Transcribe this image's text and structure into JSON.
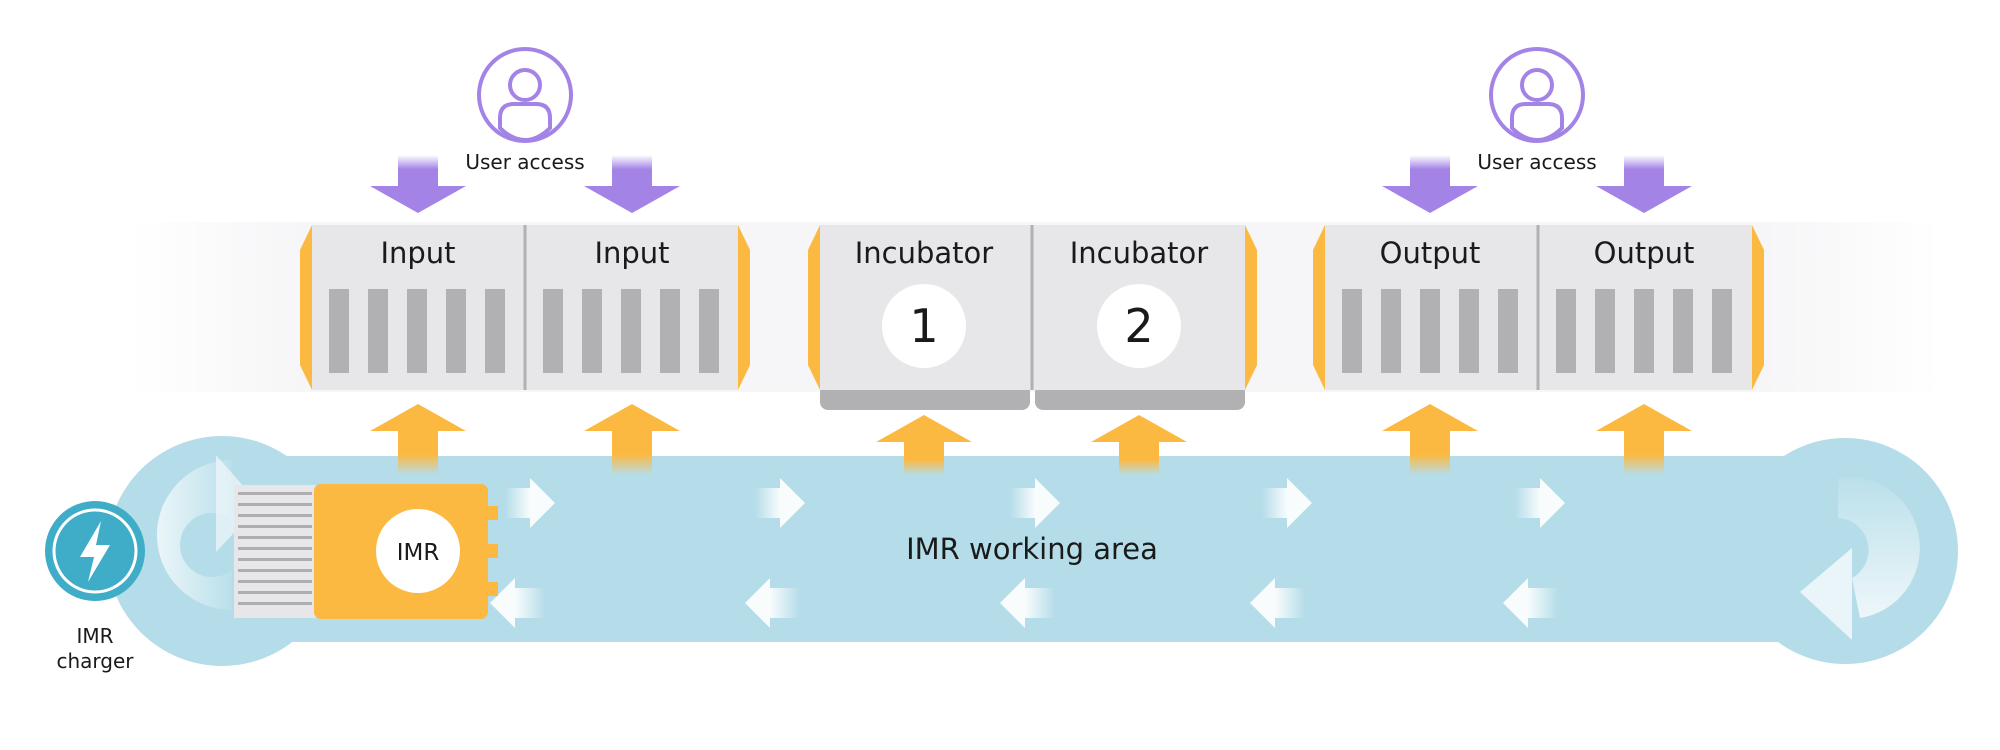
{
  "user_access": [
    {
      "label": "User access",
      "icon": "user-icon"
    },
    {
      "label": "User access",
      "icon": "user-icon"
    }
  ],
  "modules": {
    "input": [
      "Input",
      "Input"
    ],
    "incubator": [
      {
        "label": "Incubator",
        "number": "1"
      },
      {
        "label": "Incubator",
        "number": "2"
      }
    ],
    "output": [
      "Output",
      "Output"
    ]
  },
  "work_area": {
    "label": "IMR working area"
  },
  "robot": {
    "label": "IMR"
  },
  "charger": {
    "line1": "IMR",
    "line2": "charger",
    "icon": "lightning-icon"
  },
  "colors": {
    "track": "#b5dde9",
    "track_end": "#b5dde9",
    "module_bg": "#e7e6e8",
    "slot": "#b1b0b3",
    "edge": "#fbb941",
    "user": "#a383e6",
    "charger": "#3fadc7"
  }
}
